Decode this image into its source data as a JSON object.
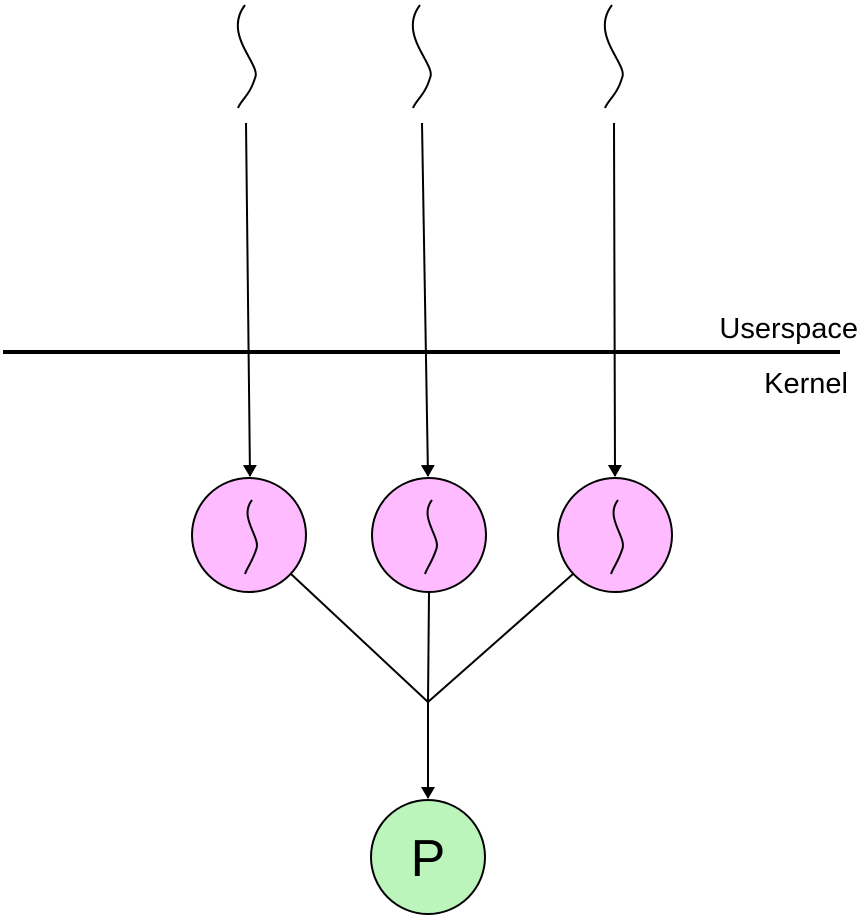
{
  "labels": {
    "userspace": "Userspace",
    "kernel": "Kernel",
    "process": "P"
  },
  "colors": {
    "kernel_thread_fill": "#ffbbff",
    "process_fill": "#bbf5bb",
    "stroke": "#000000"
  },
  "icons": {
    "thread": "squiggle-icon"
  },
  "user_threads": 3,
  "kernel_threads": 3
}
